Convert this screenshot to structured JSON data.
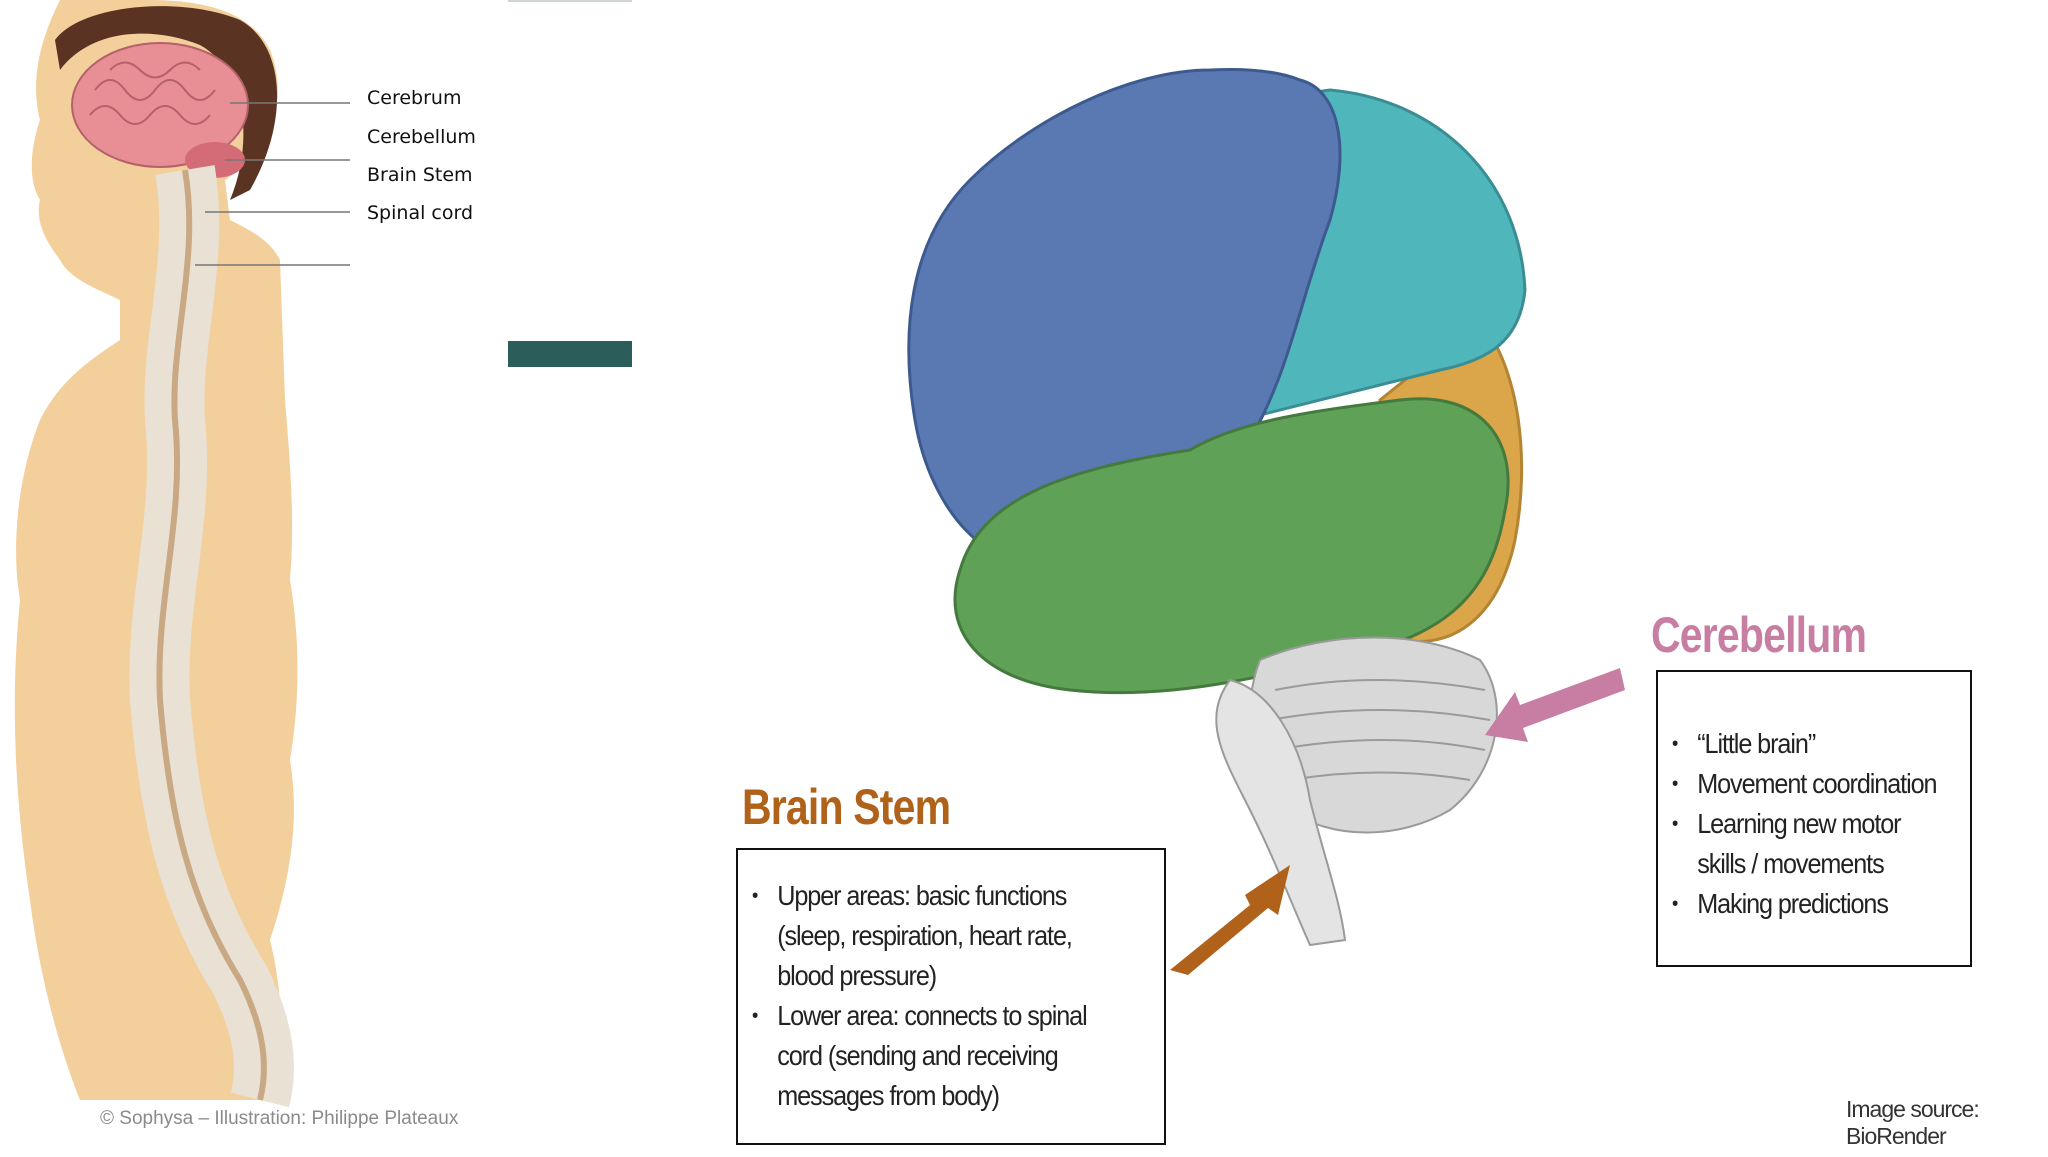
{
  "left_illustration": {
    "labels": [
      "Cerebrum",
      "Cerebellum",
      "Brain Stem",
      "Spinal cord"
    ],
    "credit": "© Sophysa – Illustration: Philippe Plateaux"
  },
  "brain_diagram": {
    "brainstem": {
      "title": "Brain Stem",
      "color": "#b0621a",
      "points": [
        "Upper areas: basic functions (sleep, respiration, heart rate, blood pressure)",
        "Lower area: connects to spinal cord (sending and receiving messages from body)"
      ]
    },
    "cerebellum": {
      "title": "Cerebellum",
      "color": "#c77ea2",
      "points": [
        "“Little brain”",
        "Movement coordination",
        "Learning new motor skills / movements",
        "Making predictions"
      ]
    },
    "lobe_colors": {
      "frontal": "#5a79b3",
      "parietal": "#4fb6bb",
      "temporal": "#5fa156",
      "occipital": "#dba54a",
      "cerebellum": "#d8d8d8"
    },
    "credit": "Image source: BioRender"
  }
}
